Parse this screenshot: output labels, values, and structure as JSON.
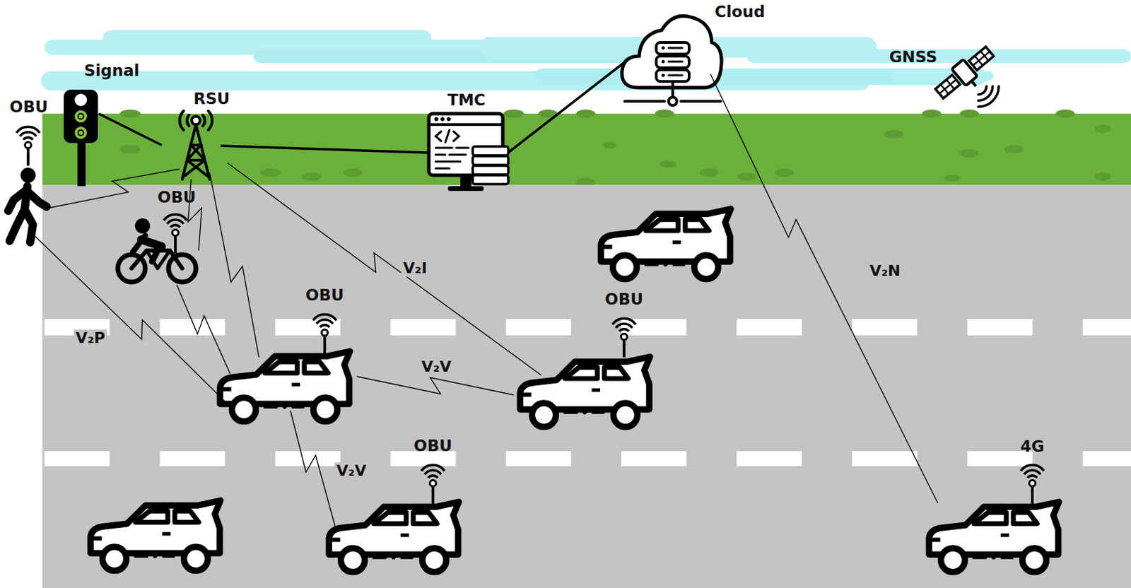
{
  "diagram": {
    "nodes": [
      {
        "text": [
          "Signal"
        ]
      },
      {
        "text": [
          "RSU"
        ]
      },
      {
        "text": [
          "TMC"
        ]
      },
      {
        "text": [
          "Cloud"
        ]
      },
      {
        "text": [
          "GNSS"
        ]
      },
      {
        "text": [
          "OBU"
        ]
      },
      {
        "text": [
          "OBU"
        ]
      },
      {
        "text": [
          "OBU"
        ]
      },
      {
        "text": [
          "OBU"
        ]
      },
      {
        "text": [
          "OBU"
        ]
      },
      {
        "text": [
          "4G"
        ]
      }
    ],
    "edges": [
      {
        "from": 0,
        "to": 1,
        "arrow": "none"
      },
      {
        "from": 1,
        "to": 2,
        "arrow": "none"
      },
      {
        "from": 2,
        "to": 3,
        "arrow": "none"
      },
      {
        "from": 3,
        "to": 10,
        "arrow": "none",
        "label": "V₂N"
      },
      {
        "from": 1,
        "to": 5,
        "arrow": "none"
      },
      {
        "from": 1,
        "to": 6,
        "arrow": "none"
      },
      {
        "from": 1,
        "to": 7,
        "arrow": "none"
      },
      {
        "from": 1,
        "to": 8,
        "arrow": "none",
        "label": "V₂I"
      },
      {
        "from": 5,
        "to": 7,
        "arrow": "none",
        "label": "V₂P"
      },
      {
        "from": 6,
        "to": 7,
        "arrow": "none"
      },
      {
        "from": 7,
        "to": 8,
        "arrow": "none",
        "label": "V₂V"
      },
      {
        "from": 7,
        "to": 9,
        "arrow": "none",
        "label": "V₂V"
      }
    ]
  }
}
